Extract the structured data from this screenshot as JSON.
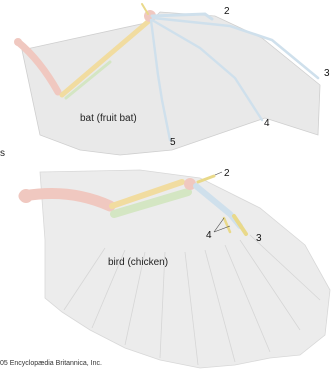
{
  "bat": {
    "label": "bat (fruit bat)",
    "digits": [
      "2",
      "3",
      "4",
      "5"
    ]
  },
  "bird": {
    "label": "bird (chicken)",
    "digits": [
      "2",
      "3",
      "4"
    ]
  },
  "side_letter": "s",
  "credit": "05 Encyclopædia Britannica, Inc.",
  "colors": {
    "membrane": "#e9e9e9",
    "feathers": "#ececec",
    "humerus": "#f0c8c0",
    "radius": "#f1dca0",
    "ulna": "#d4e6c3",
    "hand": "#cfe0ec",
    "digit": "#e9d98a"
  }
}
